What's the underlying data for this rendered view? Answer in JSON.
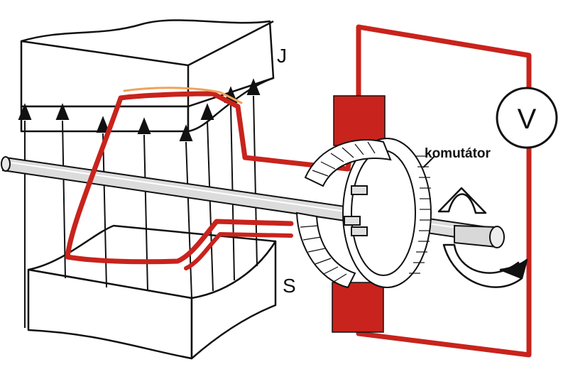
{
  "labels": {
    "north_pole": "J",
    "south_pole": "S",
    "commutator": "komutátor",
    "voltmeter": "V"
  },
  "colors": {
    "wire": "#c8231c",
    "ink": "#111111",
    "paper": "#ffffff",
    "inner_wire": "#f0a25a"
  },
  "parts": [
    "north-magnet-pole",
    "south-magnet-pole",
    "magnetic-field-lines",
    "rotating-coil",
    "shaft",
    "commutator-ring",
    "brushes",
    "voltmeter",
    "rotation-arrow"
  ]
}
